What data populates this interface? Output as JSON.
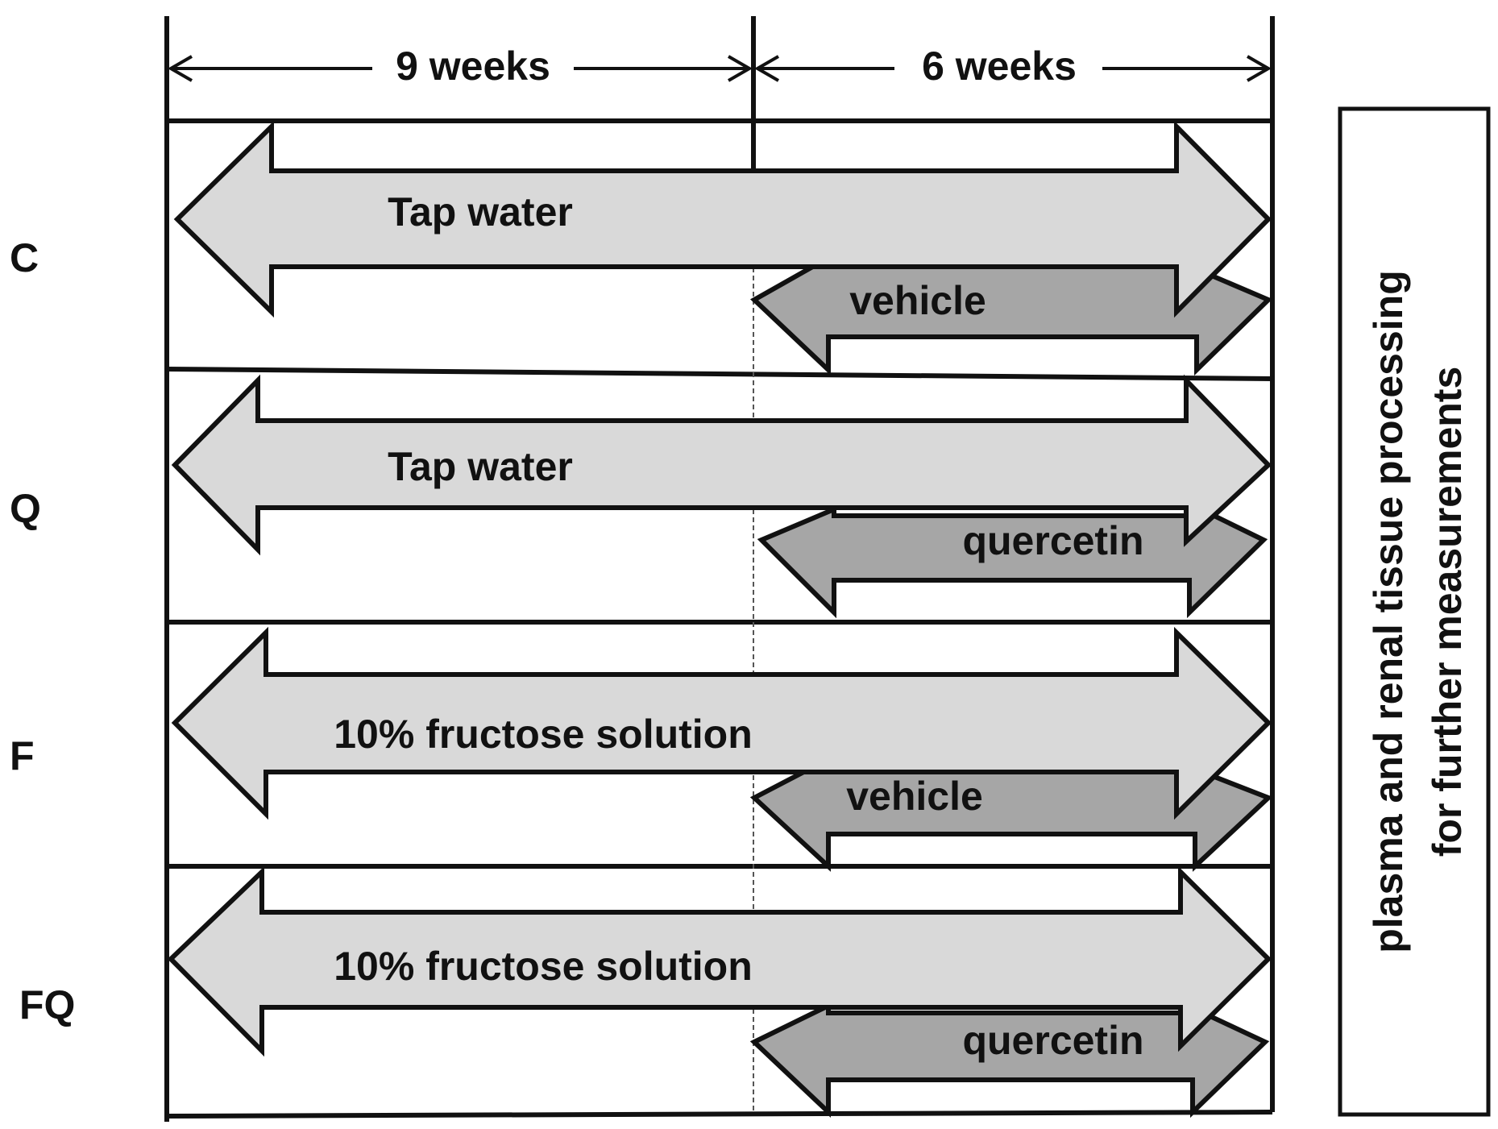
{
  "periods": {
    "first": "9 weeks",
    "second": "6 weeks"
  },
  "groups": [
    {
      "id": "C",
      "label": "C",
      "drink": "Tap water",
      "treatment": "vehicle"
    },
    {
      "id": "Q",
      "label": "Q",
      "drink": "Tap water",
      "treatment": "quercetin"
    },
    {
      "id": "F",
      "label": "F",
      "drink": "10% fructose solution",
      "treatment": "vehicle"
    },
    {
      "id": "FQ",
      "label": "FQ",
      "drink": "10% fructose solution",
      "treatment": "quercetin"
    }
  ],
  "endpoint": {
    "line1": "plasma and renal tissue processing",
    "line2": "for further measurements"
  },
  "colors": {
    "drink_arrow_fill": "#d9d9d9",
    "treatment_arrow_fill": "#a6a6a6",
    "stroke": "#111111",
    "background": "#ffffff"
  }
}
